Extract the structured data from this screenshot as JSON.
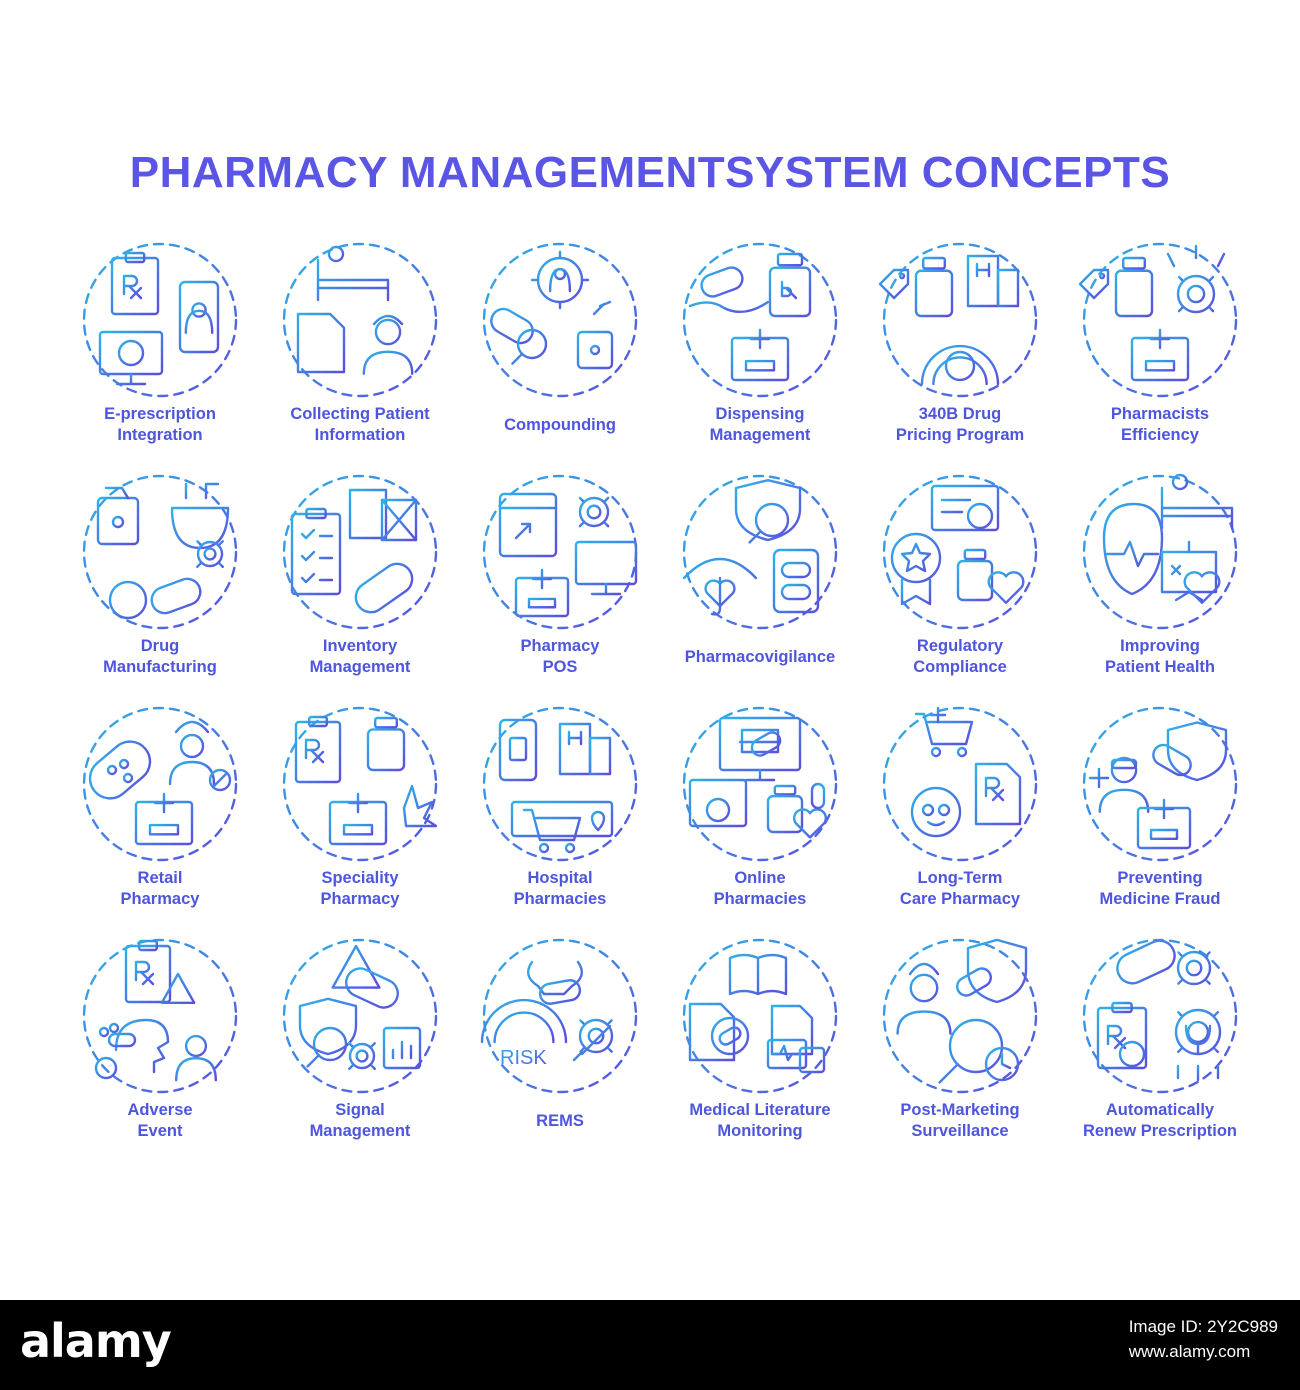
{
  "title": "PHARMACY MANAGEMENTSYSTEM CONCEPTS",
  "colors": {
    "gradient_start": "#2fb2e6",
    "gradient_end": "#5b4de0",
    "title": "#5b55e6",
    "label": "#4d56dc"
  },
  "icons": [
    {
      "lines": [
        "E-prescription",
        "Integration"
      ],
      "icon": "prescription-computer-icon"
    },
    {
      "lines": [
        "Collecting Patient",
        "Information"
      ],
      "icon": "patient-bed-info-icon"
    },
    {
      "lines": [
        "Compounding"
      ],
      "icon": "pills-dropper-flask-icon"
    },
    {
      "lines": [
        "Dispensing",
        "Management"
      ],
      "icon": "hand-pill-jar-icon"
    },
    {
      "lines": [
        "340B Drug",
        "Pricing Program"
      ],
      "icon": "price-tag-hospital-gauge-icon"
    },
    {
      "lines": [
        "Pharmacists",
        "Efficiency"
      ],
      "icon": "bottle-gear-pharmacy-icon"
    },
    {
      "lines": [
        "Drug",
        "Manufacturing"
      ],
      "icon": "flask-dropper-pills-icon"
    },
    {
      "lines": [
        "Inventory",
        "Management"
      ],
      "icon": "checklist-boxes-pill-icon"
    },
    {
      "lines": [
        "Pharmacy",
        "POS"
      ],
      "icon": "browser-cursor-gear-icon"
    },
    {
      "lines": [
        "Pharmacovigilance"
      ],
      "icon": "shield-umbrella-pill-jar-icon"
    },
    {
      "lines": [
        "Regulatory",
        "Compliance"
      ],
      "icon": "certificate-badge-bottle-icon"
    },
    {
      "lines": [
        "Improving",
        "Patient Health"
      ],
      "icon": "heart-bed-chart-icon"
    },
    {
      "lines": [
        "Retail",
        "Pharmacy"
      ],
      "icon": "capsule-pharmacist-store-icon"
    },
    {
      "lines": [
        "Speciality",
        "Pharmacy"
      ],
      "icon": "prescription-cannabis-icon"
    },
    {
      "lines": [
        "Hospital",
        "Pharmacies"
      ],
      "icon": "phone-hospital-cart-icon"
    },
    {
      "lines": [
        "Online",
        "Pharmacies"
      ],
      "icon": "monitor-dollar-bottle-icon"
    },
    {
      "lines": [
        "Long-Term",
        "Care Pharmacy"
      ],
      "icon": "cart-elderly-prescription-icon"
    },
    {
      "lines": [
        "Preventing",
        "Medicine Fraud"
      ],
      "icon": "thief-shield-store-icon"
    },
    {
      "lines": [
        "Adverse",
        "Event"
      ],
      "icon": "prescription-warning-sick-icon"
    },
    {
      "lines": [
        "Signal",
        "Management"
      ],
      "icon": "warning-magnifier-chart-icon"
    },
    {
      "lines": [
        "REMS"
      ],
      "icon": "risk-gauge-syringe-icon"
    },
    {
      "lines": [
        "Medical Literature",
        "Monitoring"
      ],
      "icon": "book-documents-magnifier-icon"
    },
    {
      "lines": [
        "Post-Marketing",
        "Surveillance"
      ],
      "icon": "doctor-shield-clock-icon"
    },
    {
      "lines": [
        "Automatically",
        "Renew Prescription"
      ],
      "icon": "capsule-gear-stethoscope-icon"
    }
  ],
  "footer": {
    "brand": "alamy",
    "image_id_label": "Image ID: 2Y2C989",
    "site": "www.alamy.com"
  }
}
